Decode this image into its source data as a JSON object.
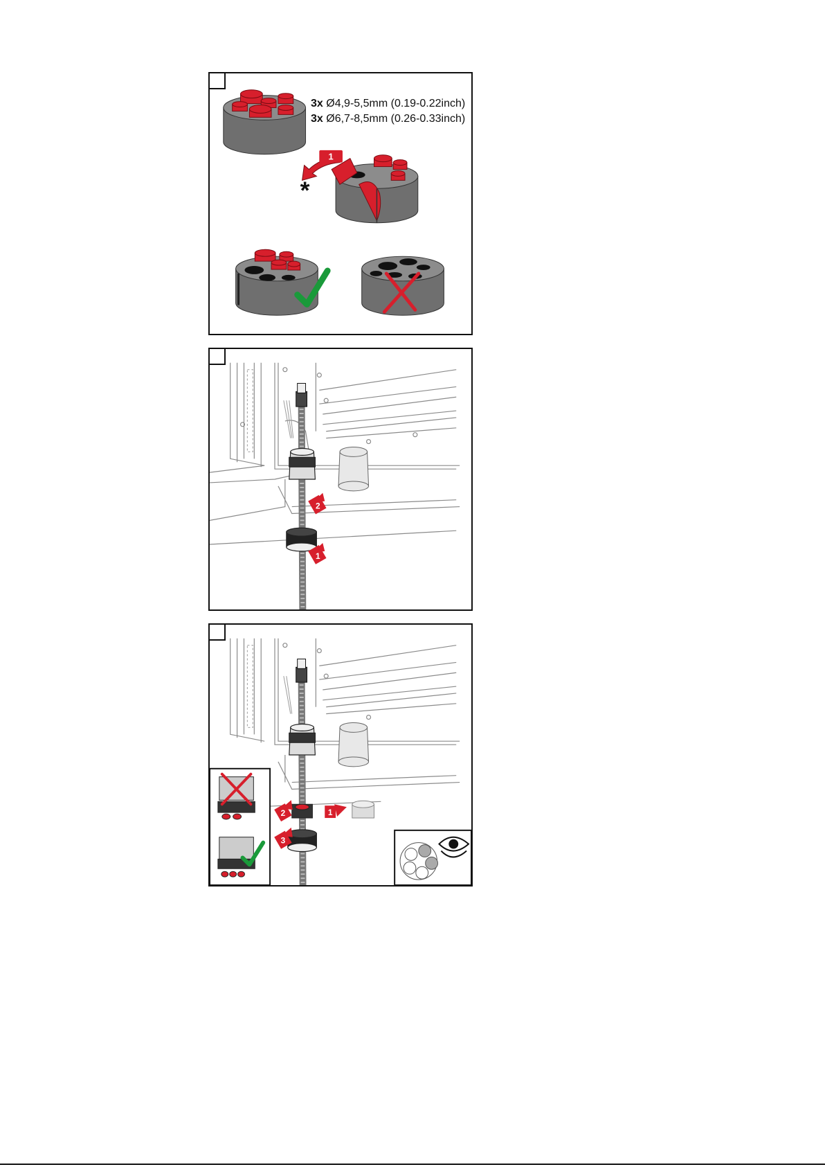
{
  "spec_lines": [
    {
      "count": "3x",
      "text": "Ø4,9-5,5mm (0.19-0.22inch)"
    },
    {
      "count": "3x",
      "text": "Ø6,7-8,5mm (0.26-0.33inch)"
    }
  ],
  "callouts": {
    "p1_arrow": "1",
    "p2_arrow_lower": "1",
    "p2_arrow_upper": "2",
    "p3_arrow_1": "1",
    "p3_arrow_2": "2",
    "p3_arrow_3": "3"
  },
  "colors": {
    "accent_red": "#d71f2c",
    "ok_green": "#1a9a3a",
    "seal_gray": "#6f6f6f"
  }
}
